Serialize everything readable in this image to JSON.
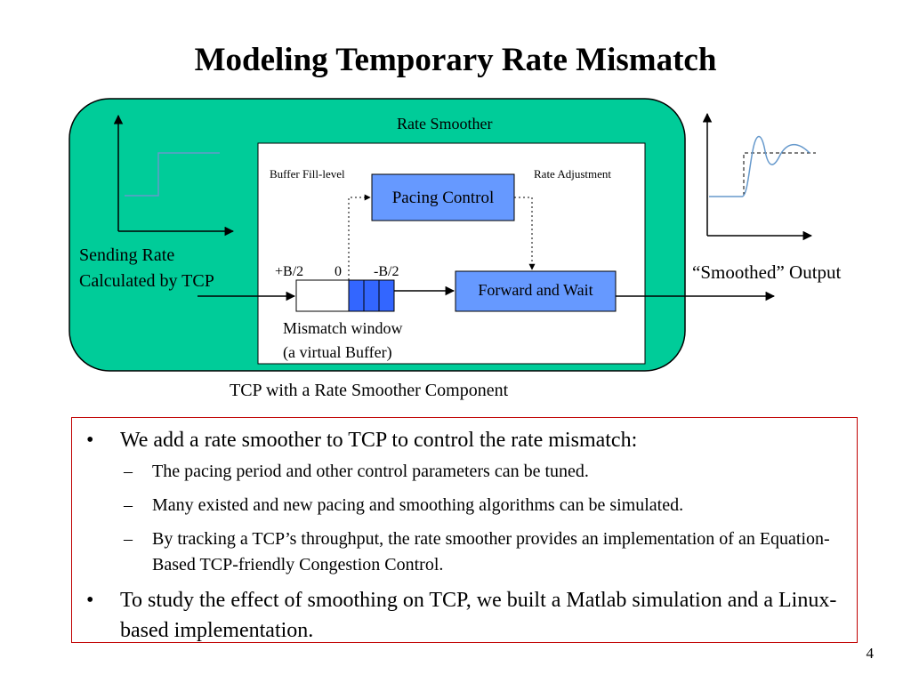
{
  "slide": {
    "title": "Modeling Temporary Rate Mismatch",
    "page_number": "4"
  },
  "diagram": {
    "container_label": "Rate Smoother",
    "buffer_fill_level_label": "Buffer Fill-level",
    "rate_adjustment_label": "Rate Adjustment",
    "pacing_control_label": "Pacing Control",
    "forward_and_wait_label": "Forward and Wait",
    "plus_b2": "+B/2",
    "zero": "0",
    "minus_b2": "-B/2",
    "mismatch_line1": "Mismatch window",
    "mismatch_line2": "(a virtual Buffer)",
    "input_line1": "Sending Rate",
    "input_line2": "Calculated by TCP",
    "output_label": "“Smoothed” Output",
    "caption": "TCP with a Rate Smoother Component",
    "colors": {
      "container_fill": "#00cc99",
      "box_fill": "#6699ff",
      "curve": "#6699cc"
    }
  },
  "bullets": [
    {
      "level": 1,
      "marker": "•",
      "text": "We add a rate smoother to TCP to control the rate mismatch:"
    },
    {
      "level": 2,
      "marker": "–",
      "text": "The pacing period and other control parameters can be tuned."
    },
    {
      "level": 2,
      "marker": "–",
      "text": "Many existed and new pacing and smoothing algorithms can be simulated."
    },
    {
      "level": 2,
      "marker": "–",
      "text": "By tracking a TCP’s throughput, the rate smoother provides an implementation of an Equation-Based TCP-friendly Congestion Control."
    },
    {
      "level": 1,
      "marker": "•",
      "text": "To study the effect of smoothing on TCP, we built a Matlab simulation and a Linux-based implementation."
    }
  ]
}
